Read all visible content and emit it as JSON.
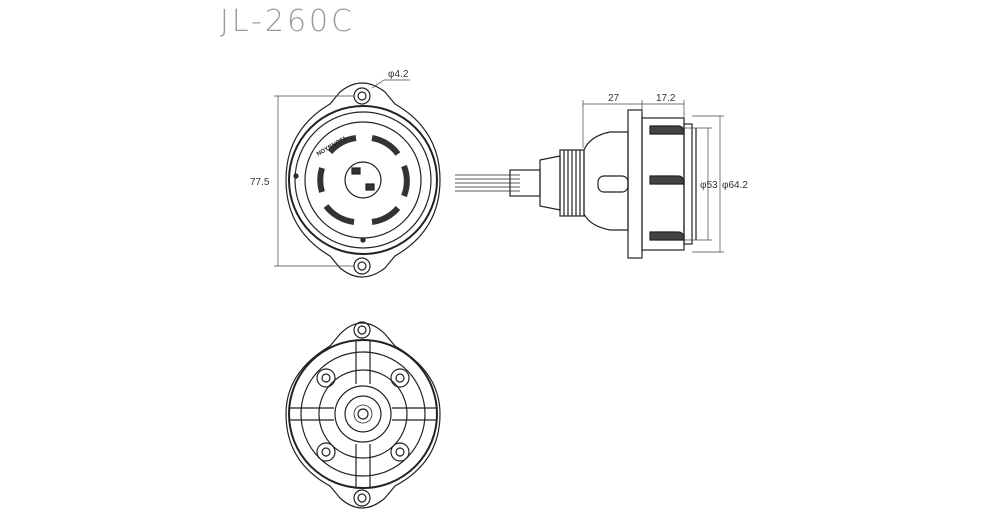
{
  "title": "JL-260C",
  "front_view": {
    "hole_dia": "φ4.2",
    "height": "77.5",
    "face_text": "NOYBNOT1"
  },
  "side_view": {
    "depth_body": "27",
    "depth_flange": "17.2",
    "inner_dia": "φ53",
    "outer_dia": "φ64.2"
  }
}
